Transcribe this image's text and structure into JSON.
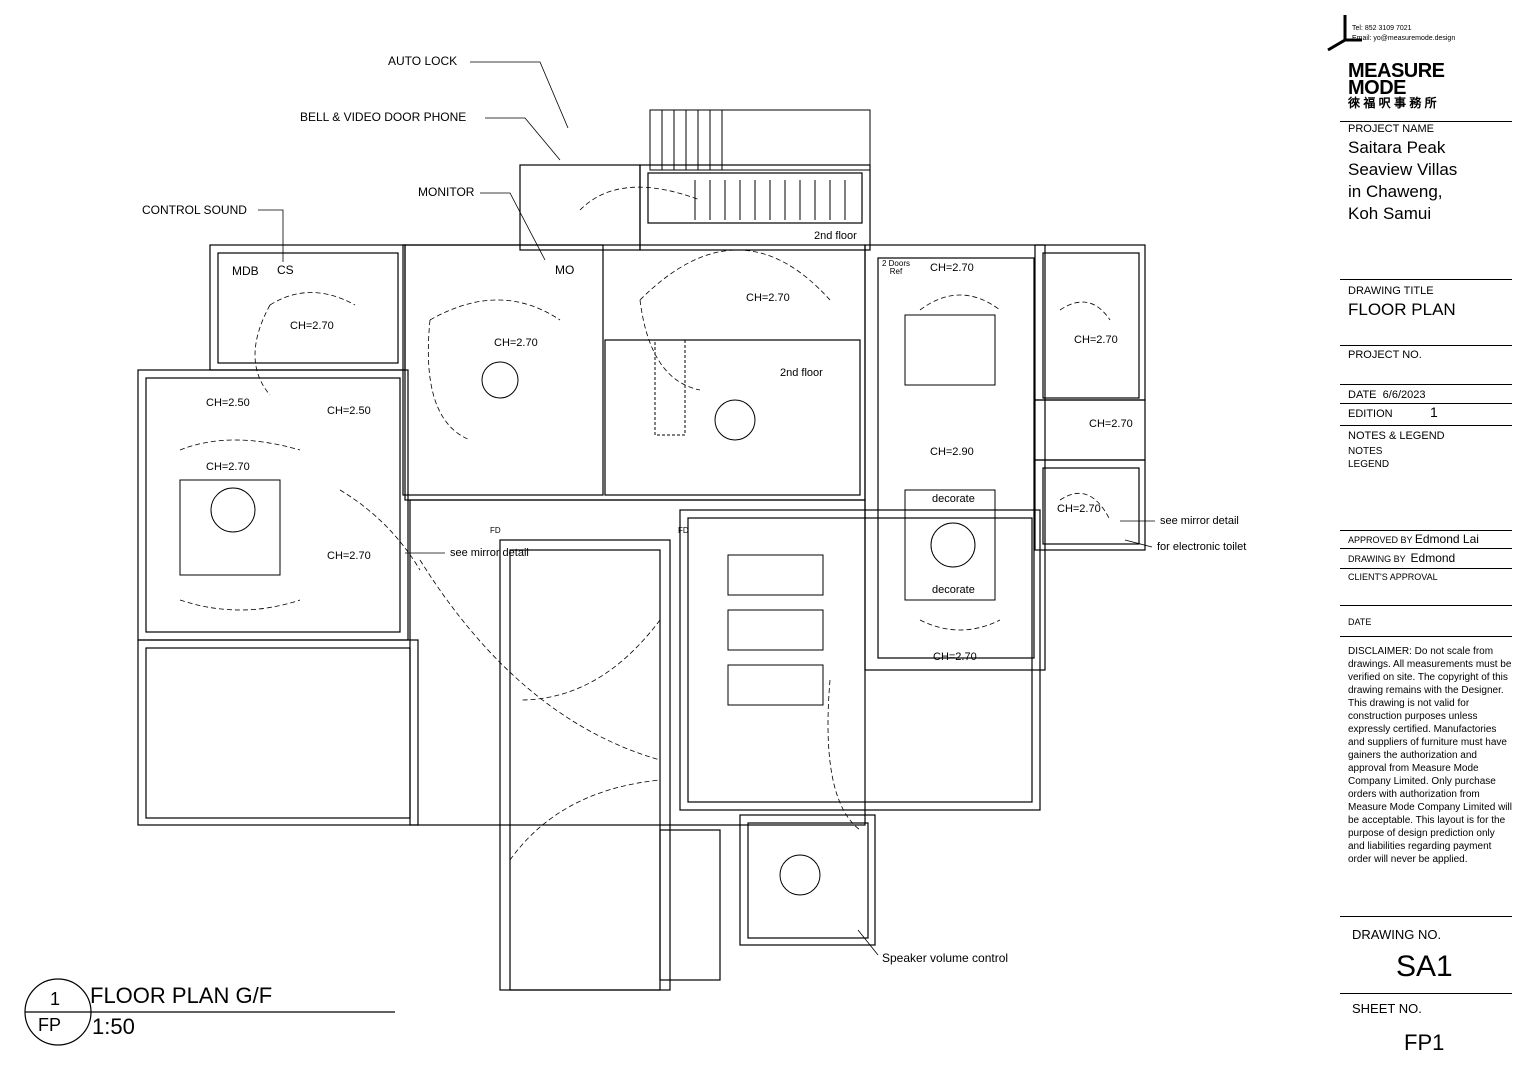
{
  "annotations": {
    "auto_lock": "AUTO LOCK",
    "bell_video": "BELL  & VIDEO DOOR PHONE",
    "monitor": "MONITOR",
    "control_sound": "CONTROL SOUND",
    "mdb": "MDB",
    "cs": "CS",
    "mo": "MO",
    "second_floor_a": "2nd floor",
    "second_floor_b": "2nd floor",
    "two_doors_ref": "2 Doors Ref",
    "see_mirror_left": "see mirror detail",
    "see_mirror_right": "see mirror detail",
    "electronic_toilet": "for electronic toilet",
    "speaker_volume": "Speaker volume control",
    "decorate_top": "decorate",
    "decorate_bottom": "decorate",
    "fd_left": "FD",
    "fd_right": "FD"
  },
  "ceiling_heights": [
    "CH=2.70",
    "CH=2.70",
    "CH=2.70",
    "CH=2.70",
    "CH=2.70",
    "CH=2.70",
    "CH=2.70",
    "CH=2.50",
    "CH=2.50",
    "CH=2.70",
    "CH=2.70",
    "CH=2.90",
    "CH=2.70"
  ],
  "drawing_label": {
    "number": "1",
    "code": "FP",
    "title": "FLOOR PLAN G/F",
    "scale": "1:50"
  },
  "title_block": {
    "tel": "Tel: 852 3109 7021",
    "email": "Email: yo@measuremode.design",
    "logo_line1": "MEASURE",
    "logo_line2": "MODE",
    "logo_chinese": "徠 福 呎 事 務 所",
    "project_name_label": "PROJECT NAME",
    "project_name": [
      "Saitara Peak",
      "Seaview Villas",
      "in Chaweng,",
      "Koh Samui"
    ],
    "drawing_title_label": "DRAWING TITLE",
    "drawing_title": "FLOOR PLAN",
    "project_no_label": "PROJECT  NO.",
    "date_label": "DATE",
    "date": "6/6/2023",
    "edition_label": "EDITION",
    "edition": "1",
    "notes_legend_label": "NOTES & LEGEND",
    "notes": "NOTES",
    "legend": "LEGEND",
    "approved_by_label": "APPROVED BY",
    "approved_by": "Edmond Lai",
    "drawing_by_label": "DRAWING BY",
    "drawing_by": "Edmond",
    "clients_approval": "CLIENT'S APPROVAL",
    "date2_label": "DATE",
    "disclaimer": "DISCLAIMER: Do not scale from drawings. All measurements must be verified on site. The copyright of this drawing remains with the Designer. This drawing is not valid for construction purposes unless expressly certified. Manufactories and suppliers of furniture must have gainers the authorization and approval from Measure Mode Company Limited. Only purchase orders with authorization from Measure Mode Company Limited will be acceptable. This layout is for the purpose of design prediction only and liabilities regarding payment order will never be applied.",
    "drawing_no_label": "DRAWING  NO.",
    "drawing_no": "SA1",
    "sheet_no_label": "SHEET  NO.",
    "sheet_no": "FP1"
  }
}
